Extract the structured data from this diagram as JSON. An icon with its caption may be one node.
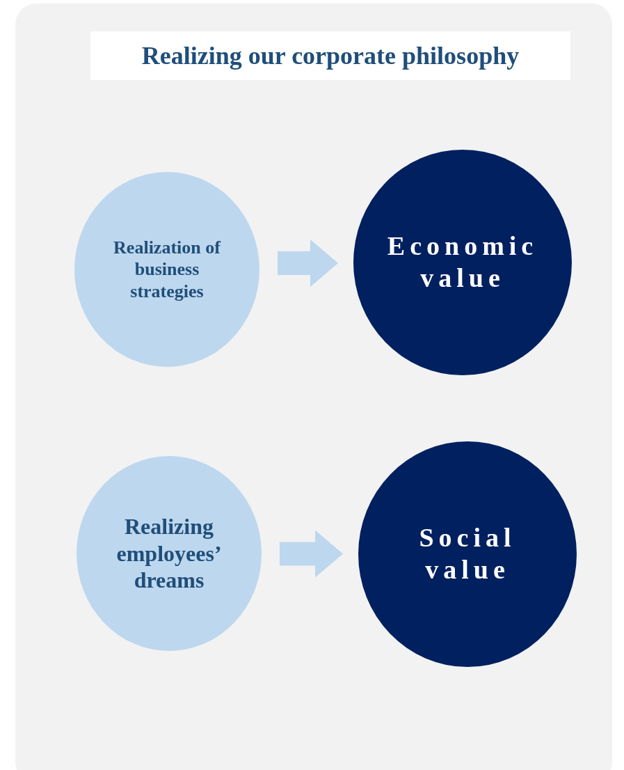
{
  "diagram": {
    "title": "Realizing our corporate philosophy",
    "nodes": [
      {
        "text": [
          "Realization of business strategies"
        ]
      },
      {
        "text": [
          "Economic value"
        ]
      },
      {
        "text": [
          "Realizing employees’ dreams"
        ]
      },
      {
        "text": [
          "Social value"
        ]
      }
    ],
    "edges": [
      {
        "from": 0,
        "to": 1,
        "arrow": "to"
      },
      {
        "from": 2,
        "to": 3,
        "arrow": "to"
      }
    ]
  }
}
